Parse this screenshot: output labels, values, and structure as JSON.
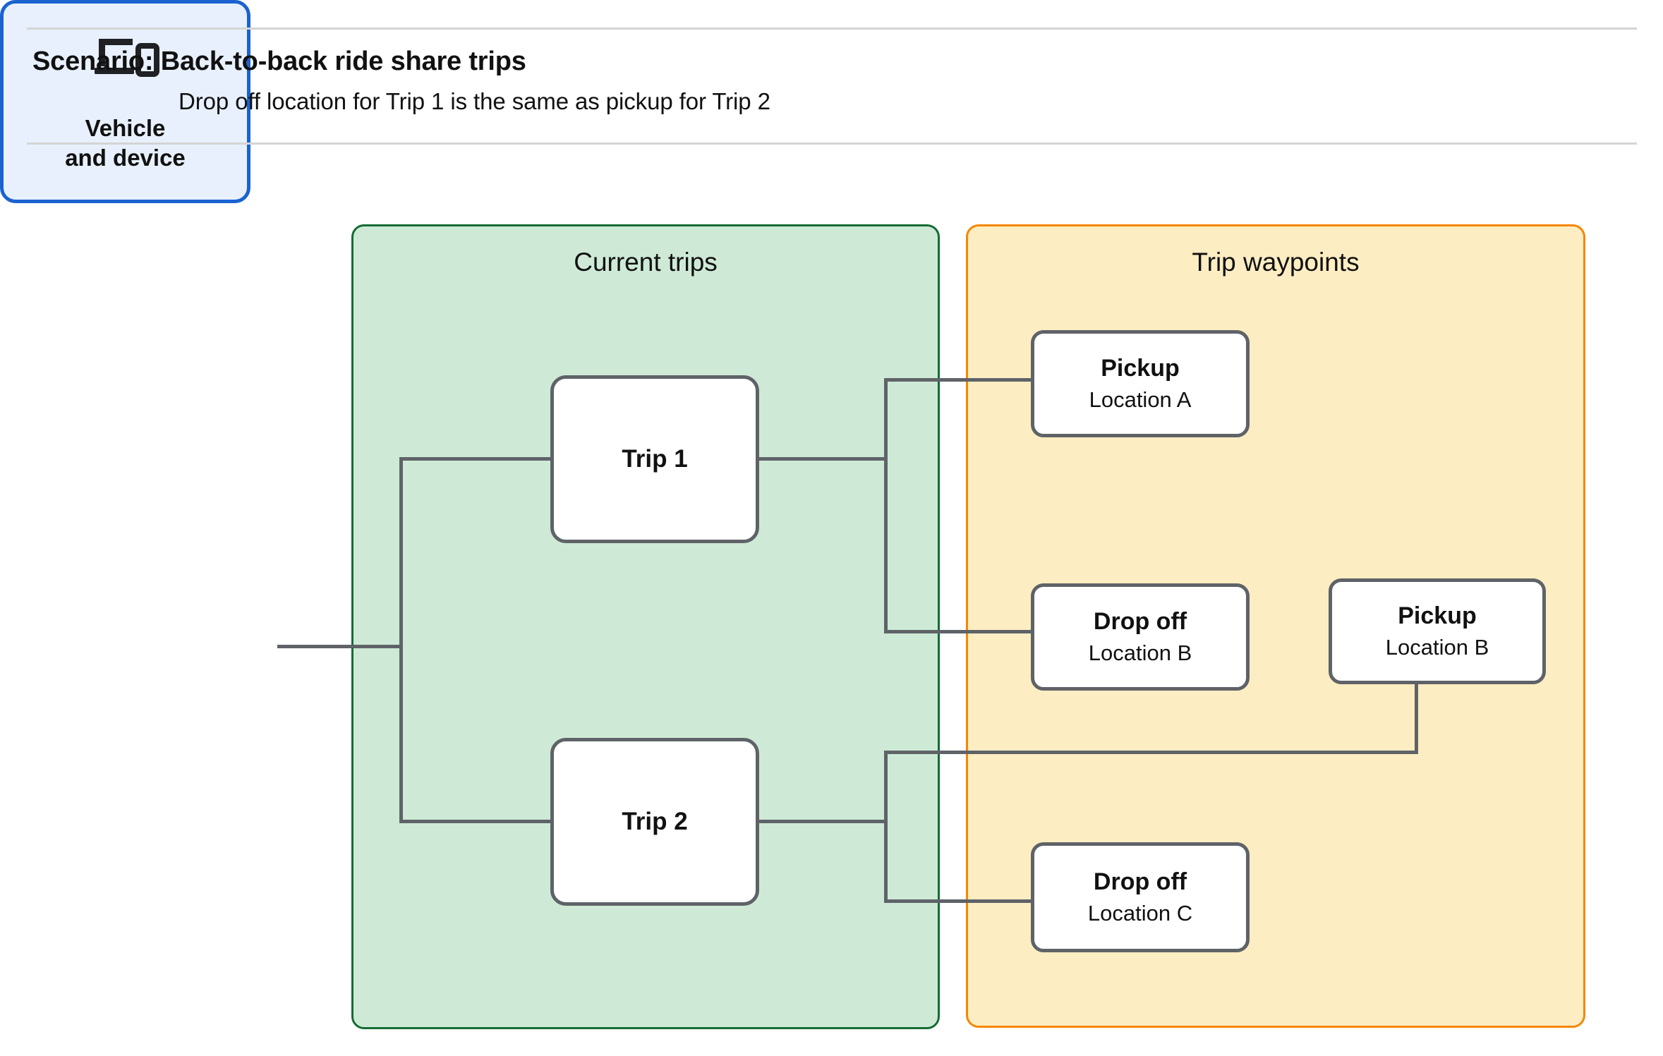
{
  "header": {
    "title": "Scenario: Back-to-back ride share trips",
    "subtitle": "Drop off  location for Trip 1 is the same as pickup for Trip 2"
  },
  "groups": {
    "current_trips": {
      "title": "Current trips",
      "fill": "#ceead6",
      "border": "#146c33"
    },
    "trip_waypoints": {
      "title": "Trip waypoints",
      "fill": "#fdedc2",
      "border": "#f58700"
    }
  },
  "vehicle": {
    "line1": "Vehicle",
    "line2": "and device",
    "icon": "laptop-and-phone-icon",
    "fill": "#e8f0fe",
    "border": "#1a62d0"
  },
  "trips": [
    {
      "label": "Trip 1"
    },
    {
      "label": "Trip 2"
    }
  ],
  "waypoints": [
    {
      "type": "Pickup",
      "location": "Location A"
    },
    {
      "type": "Drop off",
      "location": "Location B"
    },
    {
      "type": "Pickup",
      "location": "Location B"
    },
    {
      "type": "Drop off",
      "location": "Location C"
    }
  ],
  "colors": {
    "connector": "#5f6368",
    "node_border": "#5f6368",
    "node_fill": "#ffffff",
    "rule": "#d4d4d4",
    "text": "#111111"
  }
}
